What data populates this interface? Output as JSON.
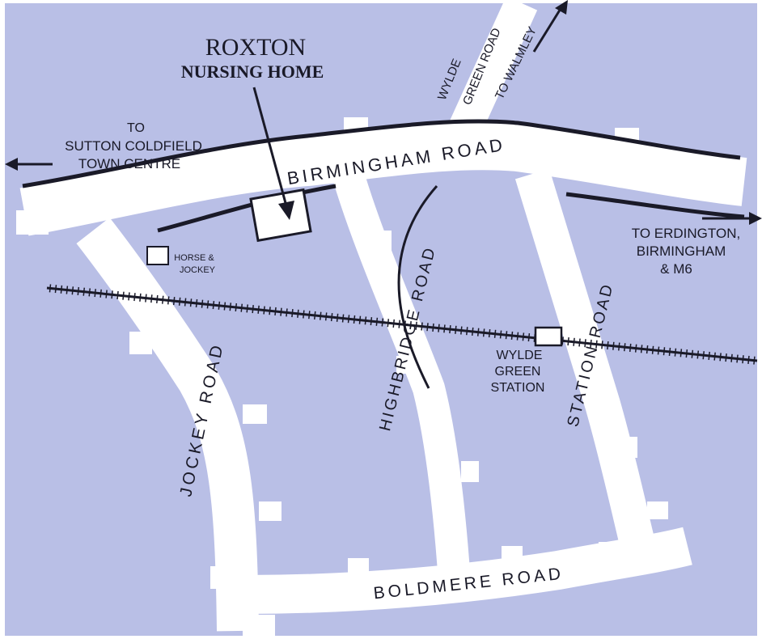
{
  "map": {
    "background_color": "#b9bfe6",
    "road_color": "#ffffff",
    "ink_color": "#1a1a28",
    "title": {
      "line1": "ROXTON",
      "line2": "NURSING HOME"
    },
    "roads": {
      "birmingham_road": "BIRMINGHAM ROAD",
      "wylde_green_road_line1": "WYLDE",
      "wylde_green_road_line2": "GREEN ROAD",
      "jockey_road": "JOCKEY ROAD",
      "highbridge_road": "HIGHBRIDGE ROAD",
      "station_road": "STATION ROAD",
      "boldmere_road": "BOLDMERE ROAD"
    },
    "directions": {
      "to_walmley": "TO WALMLEY",
      "sutton_line1": "TO",
      "sutton_line2": "SUTTON COLDFIELD",
      "sutton_line3": "TOWN CENTRE",
      "erdington_line1": "TO ERDINGTON,",
      "erdington_line2": "BIRMINGHAM",
      "erdington_line3": "& M6"
    },
    "landmarks": {
      "horse_jockey_line1": "HORSE &",
      "horse_jockey_line2": "JOCKEY",
      "station_line1": "WYLDE",
      "station_line2": "GREEN",
      "station_line3": "STATION"
    },
    "icons": [
      "arrow-left-icon",
      "arrow-right-icon",
      "arrow-up-right-icon",
      "pointer-arrow-icon",
      "railway-line-icon",
      "station-marker-icon",
      "nursing-home-marker-icon"
    ]
  }
}
